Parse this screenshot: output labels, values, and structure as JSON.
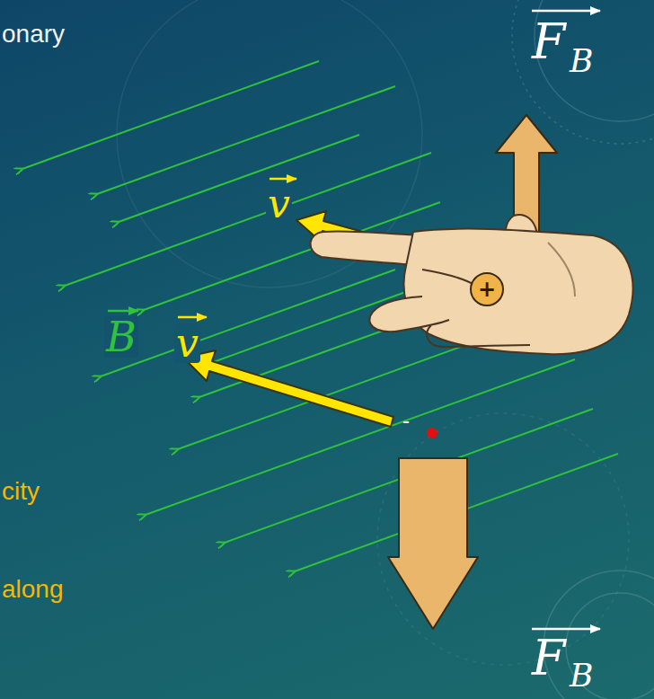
{
  "diagram": {
    "nodes": [
      {
        "text": [
          "+"
        ]
      }
    ],
    "labels": [
      "onary",
      "F",
      "B",
      "v",
      "B",
      "v",
      "-",
      "city",
      "along",
      "F",
      "B"
    ]
  }
}
